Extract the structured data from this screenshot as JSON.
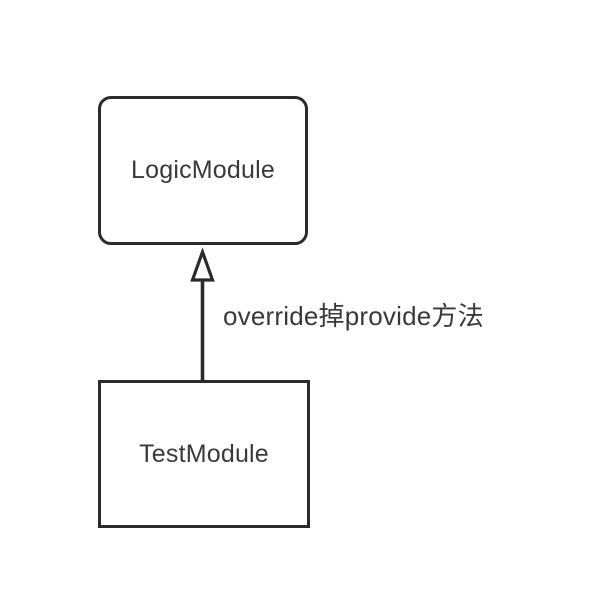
{
  "diagram": {
    "type": "uml-class-diagram",
    "background_color": "#ffffff",
    "stroke_color": "#2b2b2b",
    "text_color": "#3a3a3a",
    "nodes": [
      {
        "id": "logicmodule",
        "label": "LogicModule",
        "shape": "rounded-rectangle"
      },
      {
        "id": "testmodule",
        "label": "TestModule",
        "shape": "rectangle"
      }
    ],
    "edges": [
      {
        "id": "generalization",
        "from": "testmodule",
        "to": "logicmodule",
        "relation": "generalization",
        "arrowhead": "hollow-triangle",
        "label": "override掉provide方法"
      }
    ]
  }
}
